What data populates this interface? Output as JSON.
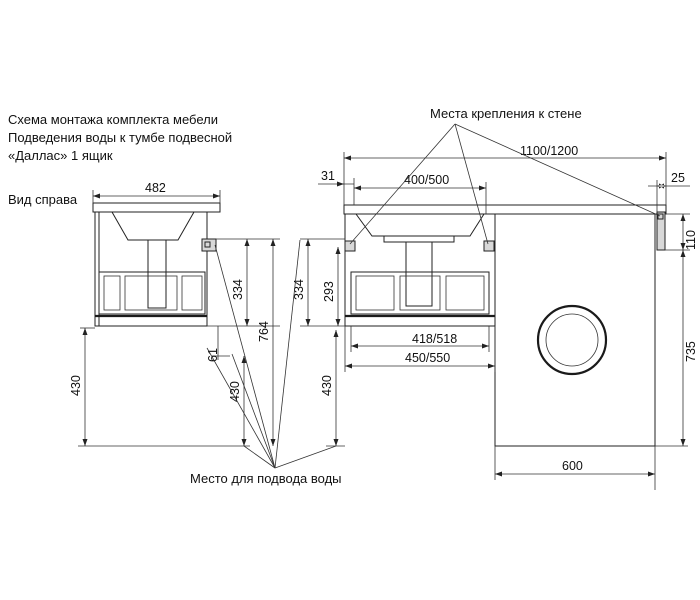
{
  "caption": {
    "line1": "Схема монтажа комплекта мебели",
    "line2": "Подведения воды к тумбе подвесной",
    "line3": "«Даллас» 1 ящик"
  },
  "labels": {
    "side_view": "Вид справа",
    "wall_mounts": "Места крепления к стене",
    "water_supply": "Место для подвода воды"
  },
  "dims": {
    "d482": "482",
    "d1100_1200": "1100/1200",
    "d31": "31",
    "d400_500": "400/500",
    "d25": "25",
    "d110": "110",
    "d334a": "334",
    "d764": "764",
    "d334b": "334",
    "d293": "293",
    "d61": "61",
    "d430a": "430",
    "d430b": "430",
    "d430c": "430",
    "d418_518": "418/518",
    "d450_550": "450/550",
    "d735": "735",
    "d600": "600"
  }
}
